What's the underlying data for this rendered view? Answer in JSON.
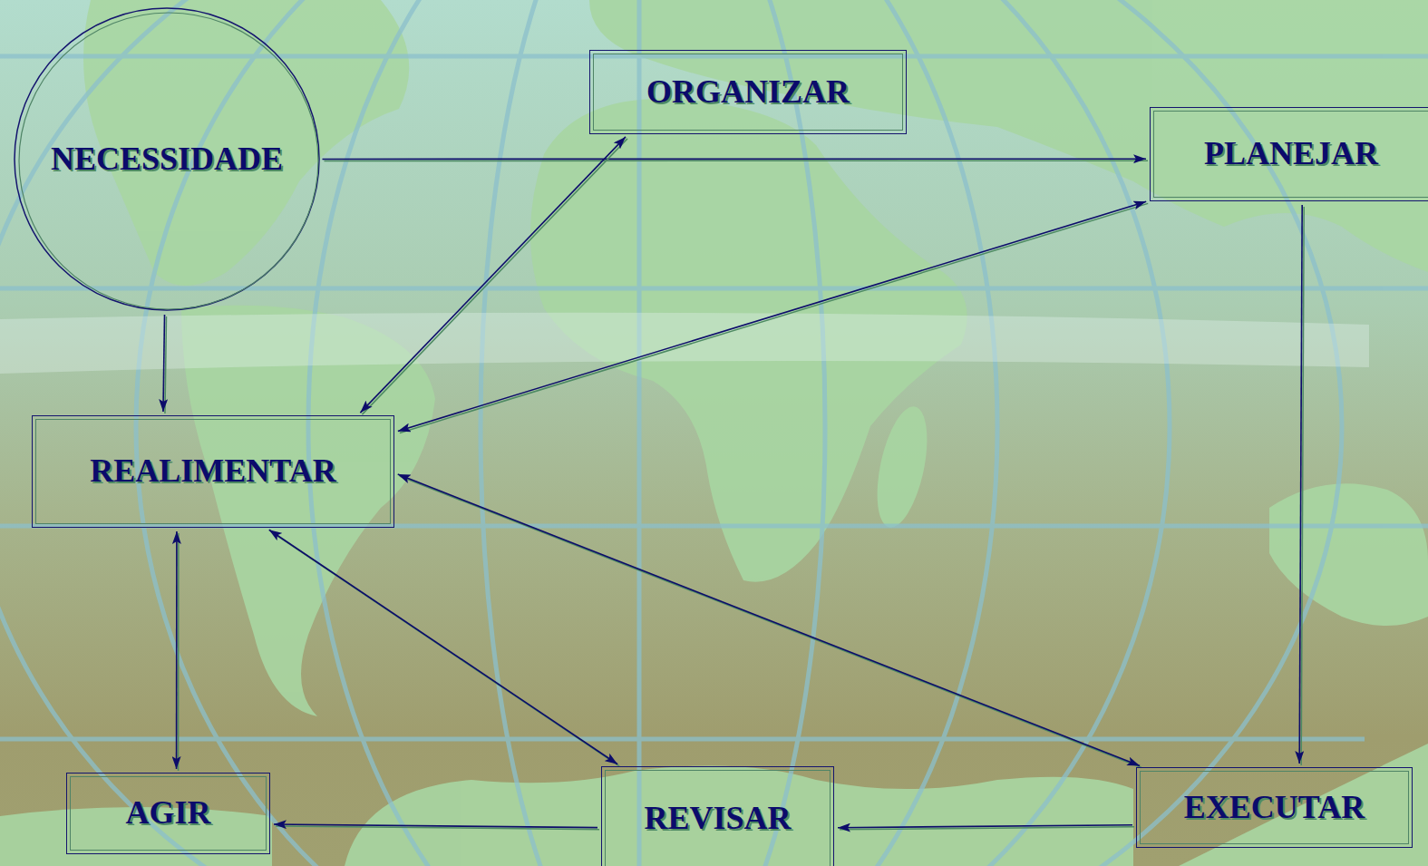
{
  "diagram": {
    "nodes": [
      {
        "text": [
          "NECESSIDADE"
        ]
      },
      {
        "text": [
          "ORGANIZAR"
        ]
      },
      {
        "text": [
          "PLANEJAR"
        ]
      },
      {
        "text": [
          "REALIMENTAR"
        ]
      },
      {
        "text": [
          "AGIR"
        ]
      },
      {
        "text": [
          "REVISAR"
        ]
      },
      {
        "text": [
          "EXECUTAR"
        ]
      }
    ],
    "edges": [
      {
        "from": 0,
        "to": 2,
        "arrow": "to"
      },
      {
        "from": 3,
        "to": 1,
        "arrow": "both"
      },
      {
        "from": 3,
        "to": 2,
        "arrow": "both"
      },
      {
        "from": 0,
        "to": 3,
        "arrow": "to"
      },
      {
        "from": 3,
        "to": 4,
        "arrow": "both"
      },
      {
        "from": 3,
        "to": 5,
        "arrow": "both"
      },
      {
        "from": 3,
        "to": 6,
        "arrow": "both"
      },
      {
        "from": 2,
        "to": 6,
        "arrow": "to"
      },
      {
        "from": 6,
        "to": 5,
        "arrow": "to"
      },
      {
        "from": 5,
        "to": 4,
        "arrow": "to"
      }
    ]
  }
}
